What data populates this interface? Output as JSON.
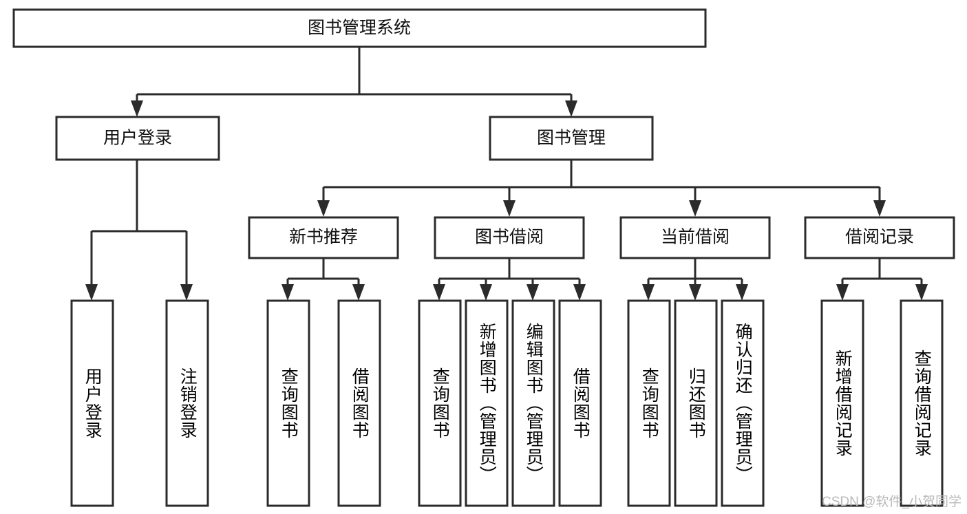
{
  "diagram": {
    "type": "tree",
    "title": "图书管理系统",
    "watermark": "CSDN @软件_小贺同学",
    "colors": {
      "box_stroke": "#2b2b2b",
      "box_fill": "#ffffff",
      "text": "#111111",
      "connector": "#2b2b2b",
      "watermark": "#b9b9b9",
      "background": "#ffffff"
    },
    "levels": {
      "root": {
        "label": "图书管理系统"
      },
      "level2": [
        {
          "id": "user-login",
          "label": "用户登录"
        },
        {
          "id": "book-management",
          "label": "图书管理"
        }
      ],
      "level3": [
        {
          "id": "new-book-recommend",
          "label": "新书推荐",
          "parent": "book-management"
        },
        {
          "id": "book-borrow",
          "label": "图书借阅",
          "parent": "book-management"
        },
        {
          "id": "current-borrow",
          "label": "当前借阅",
          "parent": "book-management"
        },
        {
          "id": "borrow-record",
          "label": "借阅记录",
          "parent": "book-management"
        }
      ],
      "leaves": [
        {
          "id": "leaf-user-login",
          "label": "用户登录",
          "parent": "user-login"
        },
        {
          "id": "leaf-logout",
          "label": "注销登录",
          "parent": "user-login"
        },
        {
          "id": "leaf-query-book-1",
          "label": "查询图书",
          "parent": "new-book-recommend"
        },
        {
          "id": "leaf-borrow-book-1",
          "label": "借阅图书",
          "parent": "new-book-recommend"
        },
        {
          "id": "leaf-query-book-2",
          "label": "查询图书",
          "parent": "book-borrow"
        },
        {
          "id": "leaf-add-book",
          "label": "新增图书（管理员）",
          "parent": "book-borrow"
        },
        {
          "id": "leaf-edit-book",
          "label": "编辑图书（管理员）",
          "parent": "book-borrow"
        },
        {
          "id": "leaf-borrow-book-2",
          "label": "借阅图书",
          "parent": "book-borrow"
        },
        {
          "id": "leaf-query-book-3",
          "label": "查询图书",
          "parent": "current-borrow"
        },
        {
          "id": "leaf-return-book",
          "label": "归还图书",
          "parent": "current-borrow"
        },
        {
          "id": "leaf-confirm-return",
          "label": "确认归还（管理员）",
          "parent": "current-borrow"
        },
        {
          "id": "leaf-add-record",
          "label": "新增借阅记录",
          "parent": "borrow-record"
        },
        {
          "id": "leaf-query-record",
          "label": "查询借阅记录",
          "parent": "borrow-record"
        }
      ]
    }
  }
}
